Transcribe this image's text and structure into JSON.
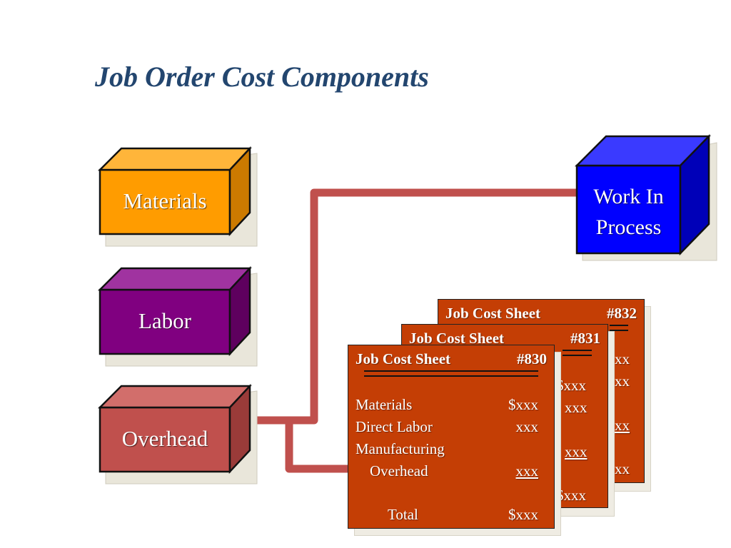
{
  "title": "Job Order Cost Components",
  "boxes": {
    "materials": "Materials",
    "labor": "Labor",
    "overhead": "Overhead",
    "wip_line1": "Work In",
    "wip_line2": "Process"
  },
  "sheets": {
    "s832": {
      "title": "Job Cost Sheet",
      "number": "#832"
    },
    "s831": {
      "title": "Job Cost Sheet",
      "number": "#831"
    },
    "s830": {
      "title": "Job Cost Sheet",
      "number": "#830",
      "rows": [
        {
          "label": "Materials",
          "value": "$xxx"
        },
        {
          "label": "Direct Labor",
          "value": "xxx"
        },
        {
          "label": "Manufacturing",
          "value": ""
        },
        {
          "label": "Overhead",
          "value": "xxx"
        },
        {
          "label": "Total",
          "value": "$xxx"
        }
      ]
    },
    "back_fragments": [
      "$xxx",
      "xxx",
      "xxx",
      "$xxx",
      "xx",
      "xx",
      "xx",
      "xx"
    ]
  },
  "colors": {
    "title": "#23466f",
    "materials": "#ff9c00",
    "labor": "#800080",
    "overhead": "#c0504d",
    "wip": "#0000ff",
    "connector": "#c0504d",
    "sheet": "#c43e05"
  }
}
